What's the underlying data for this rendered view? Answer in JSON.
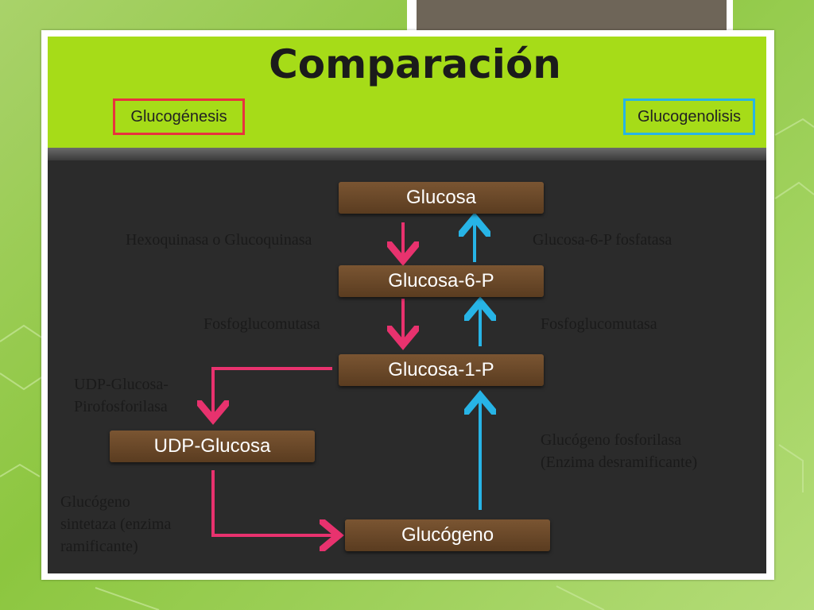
{
  "title": "Comparación",
  "legend": {
    "left_label": "Glucogénesis",
    "left_color": "#e8323e",
    "right_label": "Glucogenolisis",
    "right_color": "#27b4e6"
  },
  "nodes": {
    "glucosa": "Glucosa",
    "glucosa6p": "Glucosa-6-P",
    "glucosa1p": "Glucosa-1-P",
    "udp_glucosa": "UDP-Glucosa",
    "glucogeno": "Glucógeno"
  },
  "enzymes": {
    "hexoquinasa": "Hexoquinasa o Glucoquinasa",
    "g6p_fosfatasa": "Glucosa-6-P fosfatasa",
    "fosfoglucomutasa_left": "Fosfoglucomutasa",
    "fosfoglucomutasa_right": "Fosfoglucomutasa",
    "udp_pirofosforilasa_line1": "UDP-Glucosa-",
    "udp_pirofosforilasa_line2": "Pirofosforilasa",
    "fosforilasa_line1": "Glucógeno fosforilasa",
    "fosforilasa_line2": "(Enzima desramificante)",
    "sintetasa_line1": "Glucógeno",
    "sintetasa_line2": "sintetaza (enzima",
    "sintetasa_line3": "ramificante)"
  },
  "colors": {
    "header": "#a6dc18",
    "background": "#2b2b2b",
    "node": "#6b4a2a"
  }
}
